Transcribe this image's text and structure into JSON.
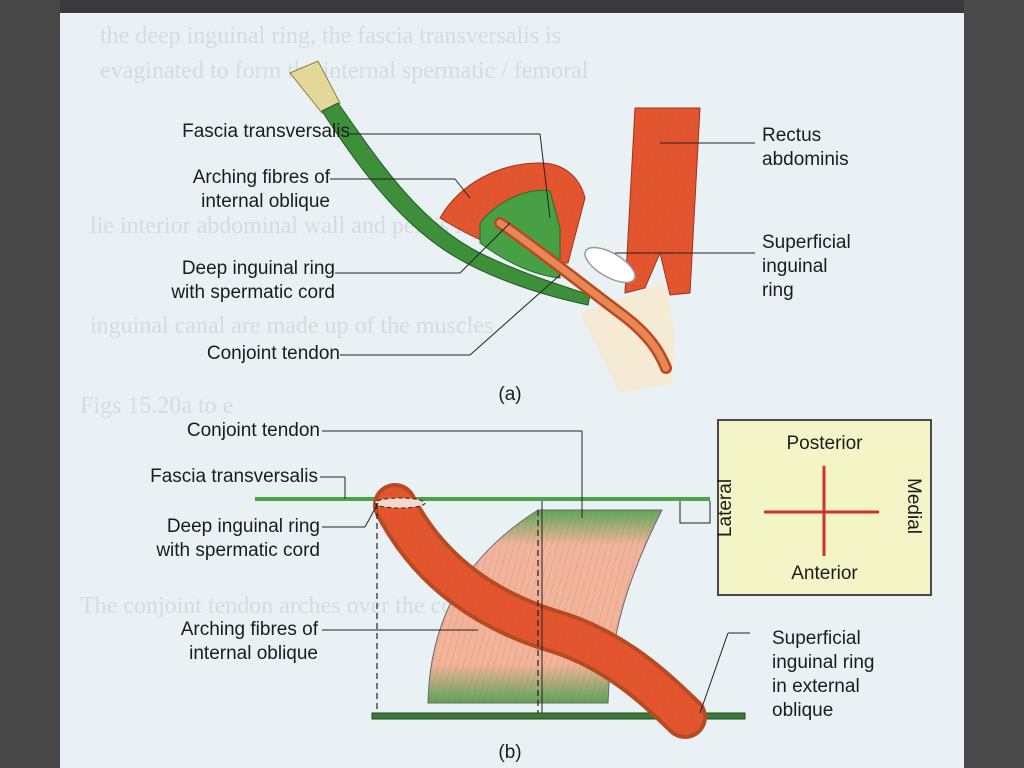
{
  "labels_a": {
    "fascia_transversalis": "Fascia transversalis",
    "arching_fibres_line1": "Arching fibres of",
    "arching_fibres_line2": "internal oblique",
    "deep_ring_line1": "Deep inguinal ring",
    "deep_ring_line2": "with spermatic cord",
    "conjoint_tendon": "Conjoint tendon",
    "rectus_line1": "Rectus",
    "rectus_line2": "abdominis",
    "superficial_line1": "Superficial",
    "superficial_line2": "inguinal",
    "superficial_line3": "ring",
    "caption": "(a)"
  },
  "labels_b": {
    "conjoint_tendon": "Conjoint tendon",
    "fascia_transversalis": "Fascia transversalis",
    "deep_ring_line1": "Deep inguinal ring",
    "deep_ring_line2": "with spermatic cord",
    "arching_fibres_line1": "Arching fibres of",
    "arching_fibres_line2": "internal oblique",
    "superficial_line1": "Superficial",
    "superficial_line2": "inguinal ring",
    "superficial_line3": "in external",
    "superficial_line4": "oblique",
    "caption": "(b)"
  },
  "orientation": {
    "posterior": "Posterior",
    "anterior": "Anterior",
    "lateral": "Lateral",
    "medial": "Medial"
  },
  "colors": {
    "muscle": "#e2552e",
    "muscle_light": "#f2b59a",
    "fascia_green": "#3e8f3a",
    "compass_bg": "#f4f5c7",
    "compass_cross": "#d0312a"
  }
}
